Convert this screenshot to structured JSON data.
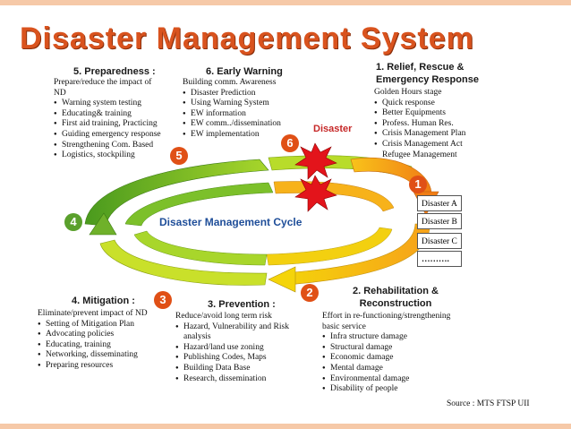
{
  "title": "Disaster Management System",
  "cycle_label": "Disaster Management Cycle",
  "disaster_label": "Disaster",
  "source": "Source : MTS FTSP UII",
  "colors": {
    "title": "#d9531e",
    "badge": "#e05016",
    "badge_green": "#5aa02c",
    "cycle_label": "#1f4e99",
    "disaster": "#c62828"
  },
  "badges": [
    "1",
    "2",
    "3",
    "4",
    "5",
    "6"
  ],
  "disaster_list": [
    "Disaster A",
    "Disaster B",
    "Disaster C",
    "………."
  ],
  "preparedness": {
    "heading": "5. Preparedness :",
    "intro": [
      "Prepare/reduce the impact of",
      "ND"
    ],
    "items": [
      "Warning system testing",
      "Educating& training",
      "First aid training, Practicing",
      "Guiding emergency response",
      "Strengthening Com. Based",
      "Logistics, stockpiling"
    ]
  },
  "early_warning": {
    "heading": "6. Early Warning",
    "intro": [
      "Building comm. Awareness"
    ],
    "items": [
      "Disaster Prediction",
      "Using Warning System",
      "EW information",
      "EW comm../dissemination",
      "EW implementation"
    ]
  },
  "relief": {
    "heading": [
      "1. Relief, Rescue &",
      "Emergency Response"
    ],
    "intro": [
      "Golden Hours stage"
    ],
    "items": [
      "Quick response",
      "Better Equipments",
      "Profess. Human Res.",
      "Crisis Management Plan",
      "Crisis Management Act"
    ],
    "tail": "Refugee Management"
  },
  "mitigation": {
    "heading": "4. Mitigation :",
    "intro": [
      "Eliminate/prevent impact of ND"
    ],
    "items": [
      "Setting of Mitigation Plan",
      "Advocating policies",
      "Educating, training",
      "Networking, disseminating",
      "Preparing resources"
    ]
  },
  "prevention": {
    "heading": "3. Prevention :",
    "intro": [
      "Reduce/avoid long term risk"
    ],
    "items": [
      "Hazard, Vulnerability and Risk analysis",
      "Hazard/land use zoning",
      "Publishing Codes, Maps",
      "Building Data Base",
      "Research, dissemination"
    ]
  },
  "rehab": {
    "heading": [
      "2. Rehabilitation &",
      "Reconstruction"
    ],
    "intro": [
      "Effort in re-functioning/strengthening",
      "basic service"
    ],
    "items": [
      "Infra structure damage",
      "Structural damage",
      "Economic damage",
      "Mental damage",
      "Environmental damage",
      "Disability of people"
    ]
  }
}
